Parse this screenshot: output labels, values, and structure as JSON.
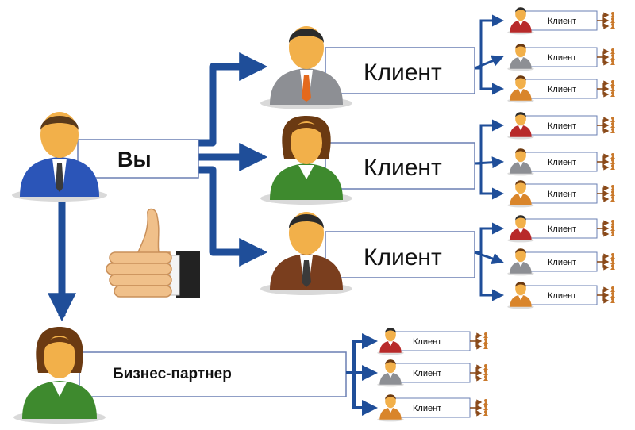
{
  "nodes": {
    "you": "Вы",
    "partner": "Бизнес-партнер",
    "client_main": "Клиент",
    "client_small": "Клиент"
  },
  "colors": {
    "arrow": "#1f4e99",
    "box_border": "#6a7fb3",
    "connector": "#6a7fb3",
    "suit_blue": "#2b55b8",
    "suit_gray": "#8d8f94",
    "suit_green": "#3e8a2e",
    "suit_brown": "#7a3e1e",
    "suit_red": "#b82a2a",
    "suit_orange": "#d9852b",
    "skin": "#f2b04a",
    "hair_dark": "#2b2b2b",
    "hair_brown": "#6b3a12"
  },
  "icons": [
    "person-icon",
    "thumbs-up-icon",
    "arrow-icon"
  ]
}
